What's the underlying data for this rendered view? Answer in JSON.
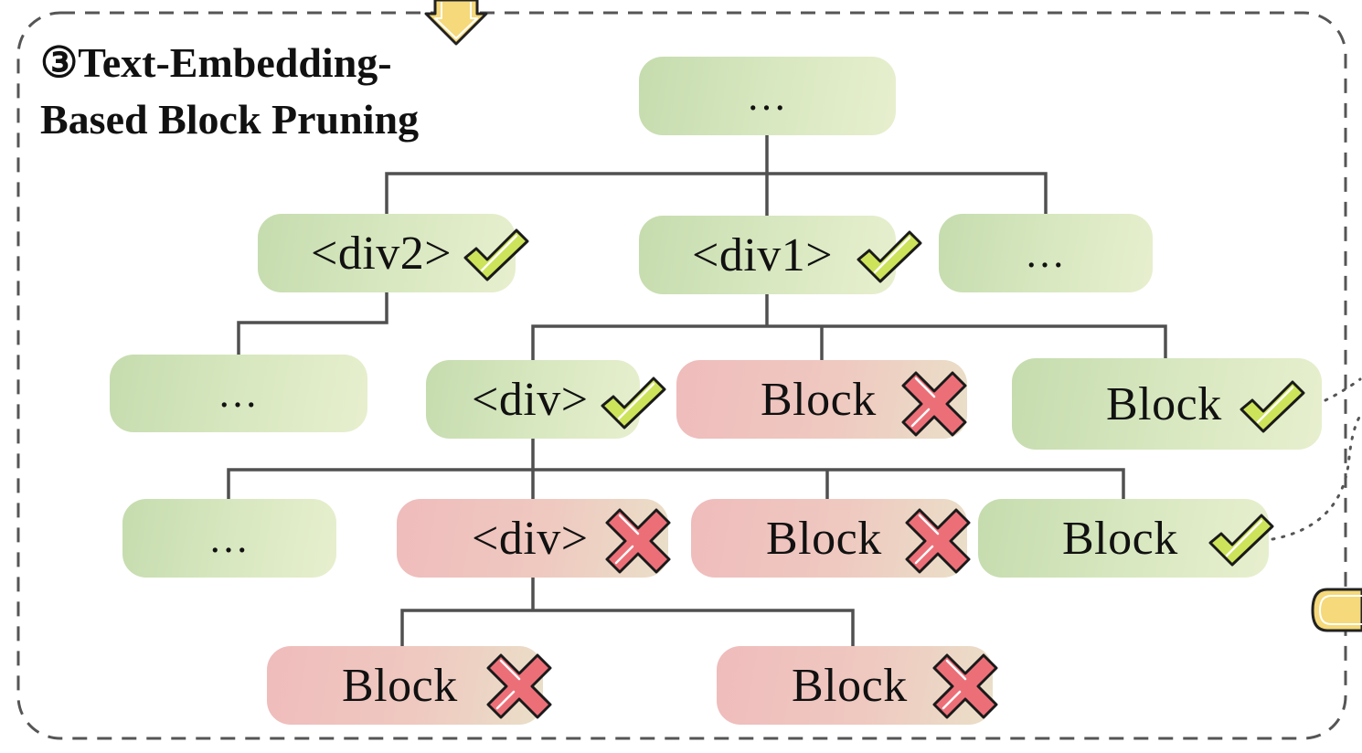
{
  "title": {
    "number": "③",
    "line1": "Text-Embedding-",
    "line2": "Based Block Pruning"
  },
  "nodes": {
    "root": {
      "label": "…",
      "status": "keep"
    },
    "div2": {
      "label": "<div2>",
      "status": "keep",
      "mark": "check"
    },
    "div1": {
      "label": "<div1>",
      "status": "keep",
      "mark": "check"
    },
    "l1_other": {
      "label": "…",
      "status": "keep"
    },
    "div2_child": {
      "label": "…",
      "status": "keep"
    },
    "div_a": {
      "label": "<div>",
      "status": "keep",
      "mark": "check"
    },
    "block_a": {
      "label": "Block",
      "status": "prune",
      "mark": "cross"
    },
    "block_b": {
      "label": "Block",
      "status": "keep",
      "mark": "check"
    },
    "l3_other": {
      "label": "…",
      "status": "keep"
    },
    "div_b": {
      "label": "<div>",
      "status": "prune",
      "mark": "cross"
    },
    "block_c": {
      "label": "Block",
      "status": "prune",
      "mark": "cross"
    },
    "block_d": {
      "label": "Block",
      "status": "keep",
      "mark": "check"
    },
    "block_e": {
      "label": "Block",
      "status": "prune",
      "mark": "cross"
    },
    "block_f": {
      "label": "Block",
      "status": "prune",
      "mark": "cross"
    }
  },
  "icons": {
    "keep": "check-icon",
    "prune": "cross-icon",
    "in_arrow": "arrow-down-icon",
    "out_arrow": "arrow-left-icon"
  },
  "colors": {
    "keep_start": "#c5dcae",
    "keep_end": "#e7efce",
    "prune_start": "#efbcbc",
    "prune_end": "#eadfc8",
    "check_fill": "#cde35a",
    "cross_fill": "#ec6f78",
    "arrow_fill": "#f5d97a",
    "edge": "#505050",
    "frame": "#555555"
  }
}
